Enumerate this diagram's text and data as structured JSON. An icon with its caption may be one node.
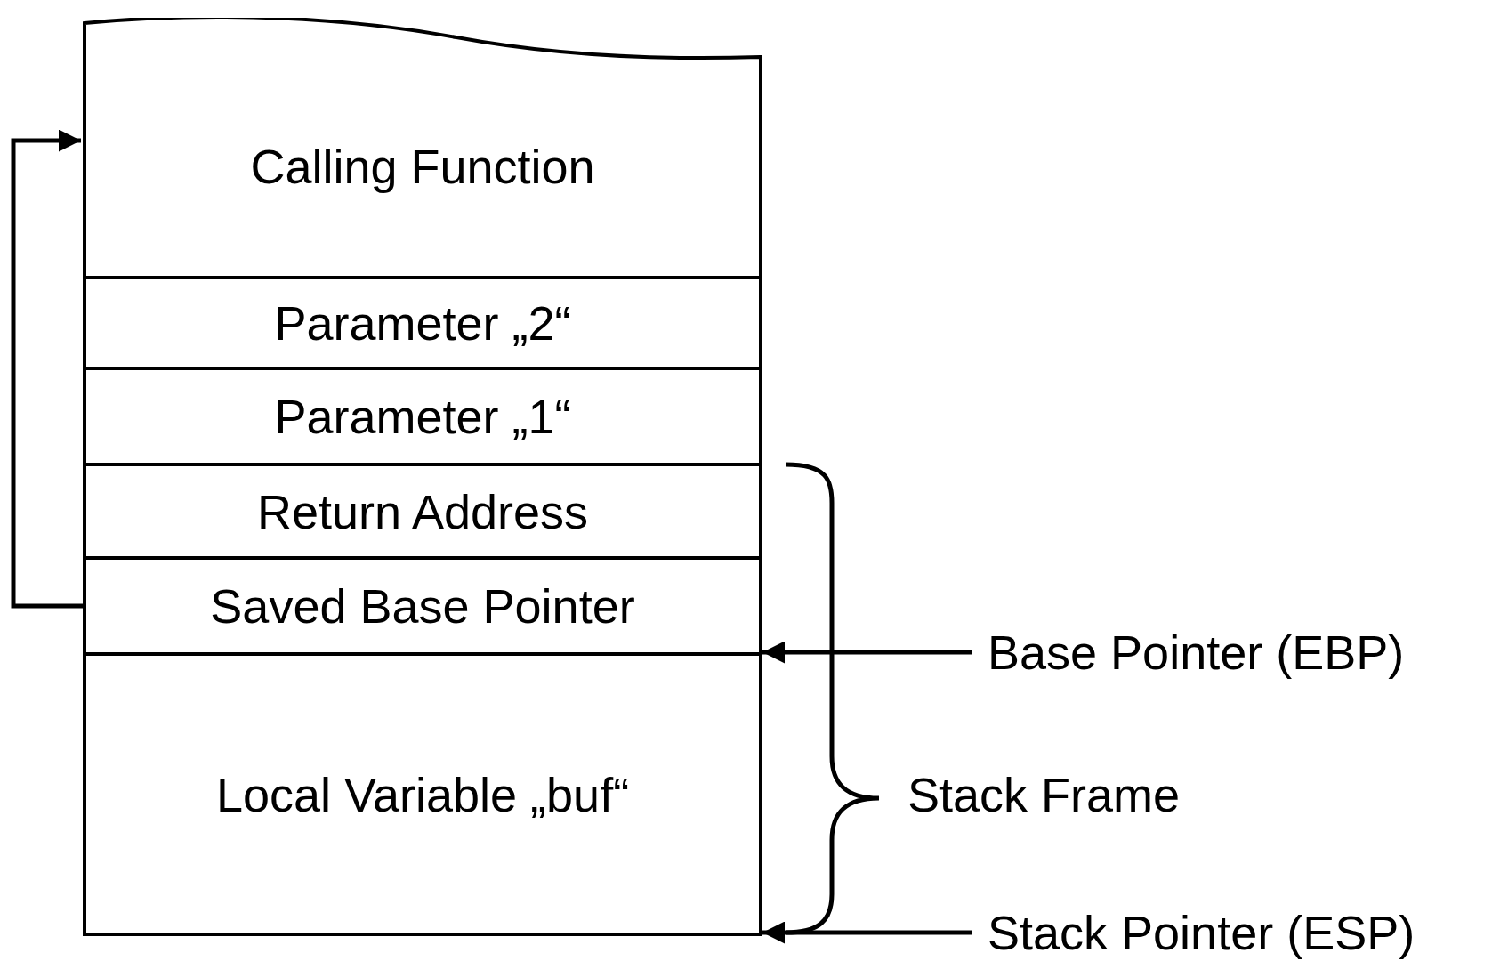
{
  "diagram": {
    "nodes": [
      {
        "text": [
          "Calling Function"
        ]
      },
      {
        "text": [
          "Parameter „2“"
        ]
      },
      {
        "text": [
          "Parameter „1“"
        ]
      },
      {
        "text": [
          "Return Address"
        ]
      },
      {
        "text": [
          "Saved Base Pointer"
        ]
      },
      {
        "text": [
          "Local Variable „buf“"
        ]
      },
      {
        "text": [
          "Base Pointer (EBP)"
        ]
      },
      {
        "text": [
          "Stack Pointer (ESP)"
        ]
      }
    ],
    "edges": [
      {
        "from": 4,
        "to": 0,
        "arrow": "to"
      },
      {
        "from": 6,
        "to": 5,
        "arrow": "to"
      },
      {
        "from": 7,
        "to": 5,
        "arrow": "to"
      }
    ],
    "labels": [
      "Stack Frame"
    ]
  }
}
